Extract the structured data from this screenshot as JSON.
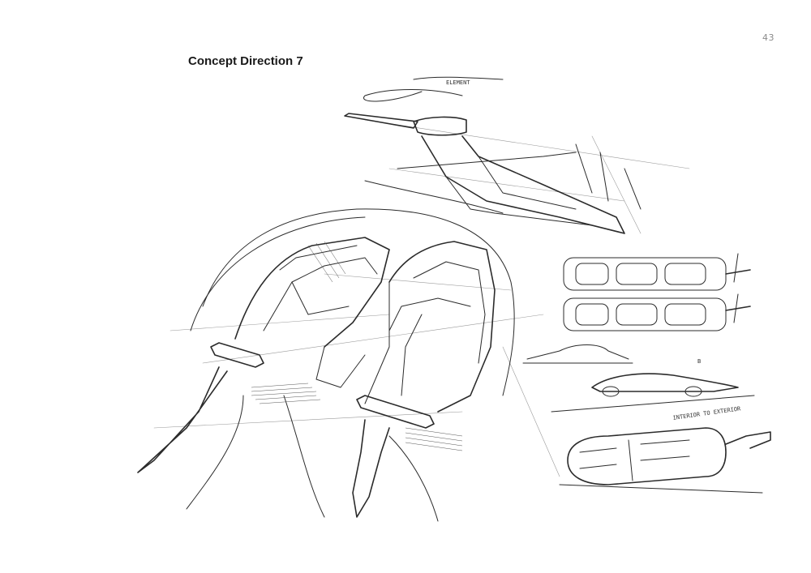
{
  "page": {
    "number": "43",
    "title": "Concept Direction 7"
  },
  "sketch": {
    "notes": {
      "element": "ELEMENT",
      "interior_to_exterior": "INTERIOR TO EXTERIOR",
      "marker": "B"
    }
  }
}
